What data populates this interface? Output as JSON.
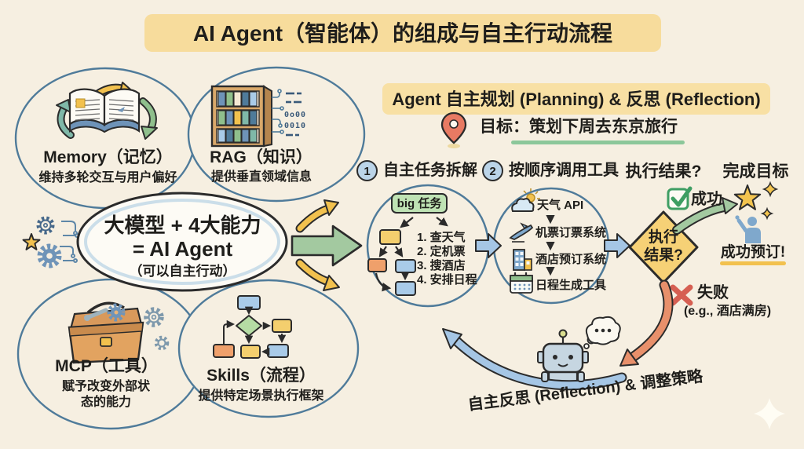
{
  "title": "AI Agent（智能体）的组成与自主行动流程",
  "composition": {
    "center_line1": "大模型 + 4大能力",
    "center_line2": "= AI Agent",
    "center_line3": "（可以自主行动）",
    "memory": {
      "name": "Memory（记忆）",
      "desc": "维持多轮交互与用户偏好"
    },
    "rag": {
      "name": "RAG（知识）",
      "desc": "提供垂直领域信息",
      "binary_line1": "0o00",
      "binary_line2": "0010"
    },
    "mcp": {
      "name": "MCP（工具）",
      "desc_line1": "赋予改变外部状",
      "desc_line2": "态的能力"
    },
    "skills": {
      "name": "Skills（流程）",
      "desc": "提供特定场景执行框架"
    }
  },
  "planning": {
    "header": "Agent 自主规划 (Planning) & 反思 (Reflection)",
    "goal": "目标：策划下周去东京旅行",
    "step1_num": "1",
    "step1_label": "自主任务拆解",
    "task_box": "big 任务",
    "subtasks": [
      "1. 查天气",
      "2. 定机票",
      "3. 搜酒店",
      "4. 安排日程"
    ],
    "step2_num": "2",
    "step2_label": "按顺序调用工具",
    "tools": [
      "天气 API",
      "机票订票系统",
      "酒店预订系统",
      "日程生成工具"
    ],
    "result_header": "执行结果?",
    "goal_header": "完成目标",
    "diamond_line1": "执行",
    "diamond_line2": "结果?",
    "success_label": "成功",
    "success_result": "成功预订!",
    "fail_label": "失败",
    "fail_example": "(e.g., 酒店满房)",
    "reflection_label": "自主反思 (Reflection) & 调整策略"
  },
  "icons": [
    "open-book-icon",
    "bookshelf-icon",
    "toolbox-icon",
    "flowchart-icon",
    "gear-icon",
    "star-icon",
    "location-pin-icon",
    "weather-api-icon",
    "airplane-icon",
    "hotel-icon",
    "calendar-icon",
    "check-icon",
    "cross-icon",
    "robot-icon",
    "thought-bubble-icon",
    "sparkle-icon"
  ],
  "palette": {
    "background": "#F6EFE1",
    "highlight_yellow": "#F7DC9C",
    "outline_blue": "#4F7B9A",
    "arrow_green": "#A3C9A0",
    "arrow_yellow": "#F2C14E",
    "arrow_blue": "#A5C6E5",
    "arrow_orange": "#E8906B",
    "diamond_yellow": "#F6D176",
    "success_green": "#3E9E63",
    "fail_red": "#D65F52",
    "goal_underline_green": "#8CC79A",
    "ink": "#1F1E1B"
  }
}
